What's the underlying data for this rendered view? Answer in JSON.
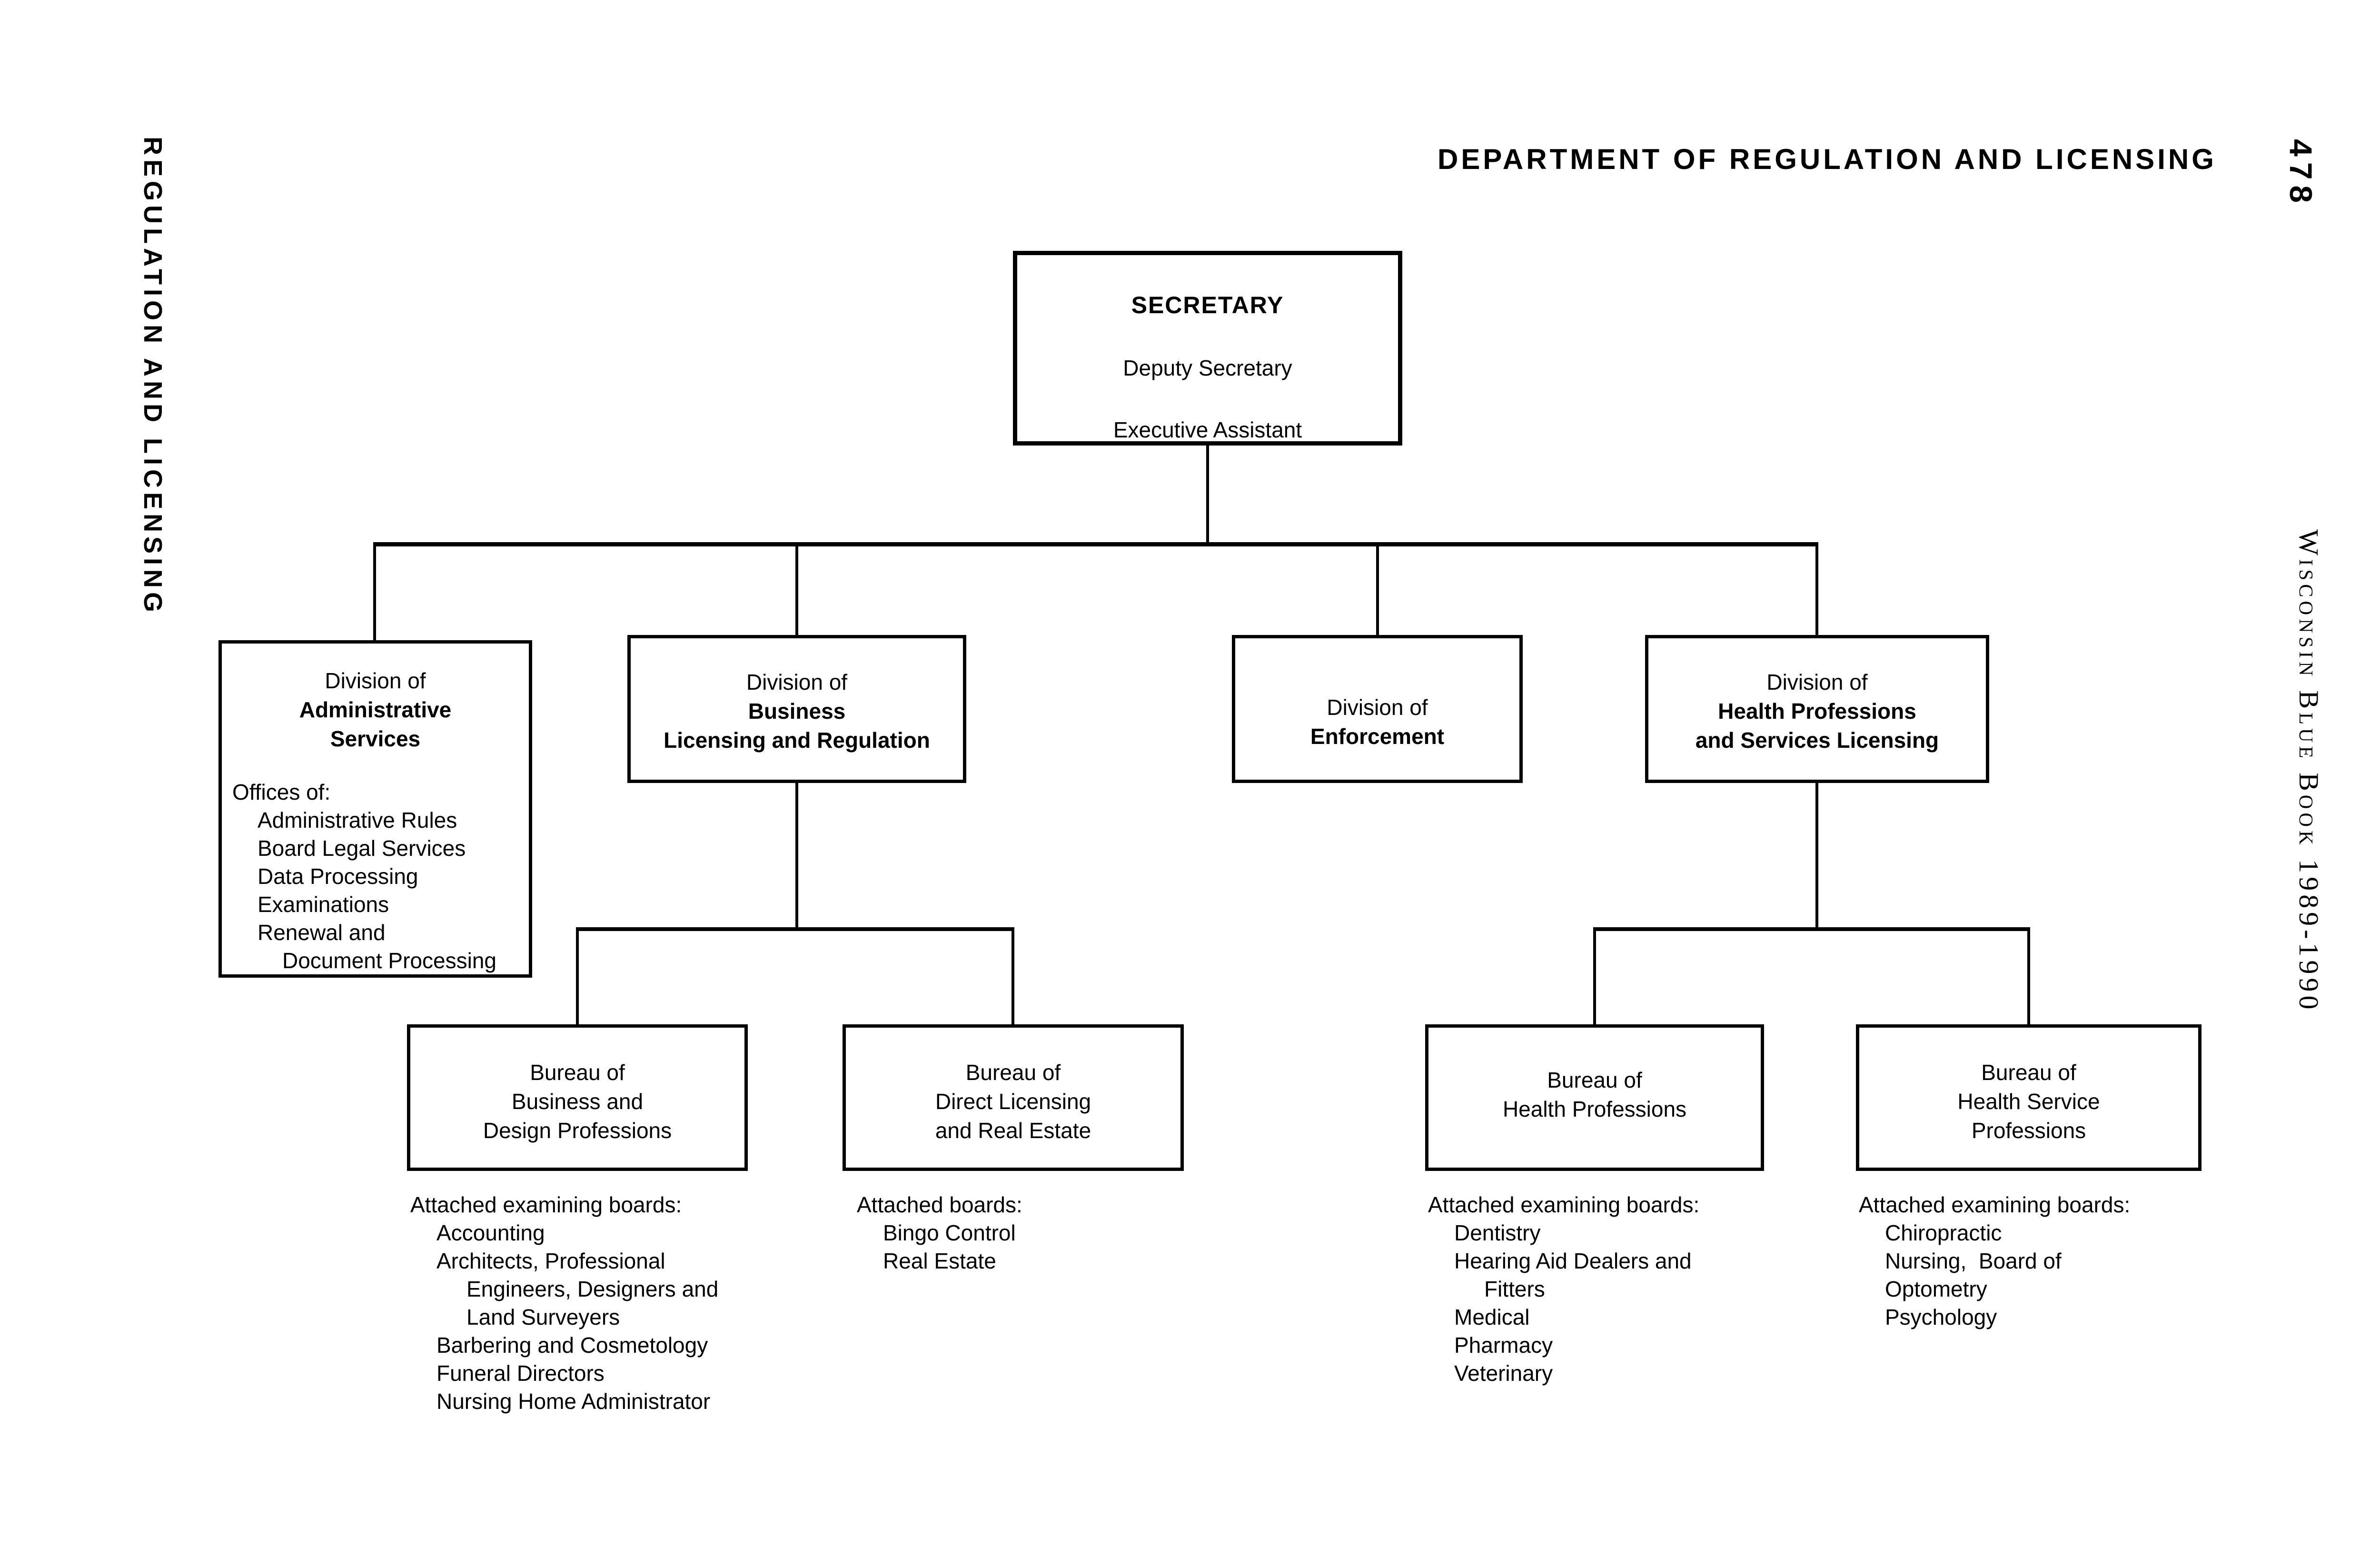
{
  "colors": {
    "ink": "#000000",
    "paper": "#ffffff"
  },
  "header": {
    "title": "DEPARTMENT OF REGULATION AND LICENSING"
  },
  "margins": {
    "left_vertical_text": "REGULATION AND LICENSING",
    "right_vertical_text": "Wisconsin Blue Book 1989-1990",
    "page_number": "478"
  },
  "org": {
    "secretary": {
      "title": "SECRETARY",
      "subtitles": [
        "Deputy Secretary",
        "Executive Assistant"
      ]
    },
    "divisions": [
      {
        "prefix": "Division of",
        "name_lines": [
          "Administrative",
          "Services"
        ],
        "offices_label": "Offices of:",
        "offices": [
          "Administrative Rules",
          "Board Legal Services",
          "Data Processing",
          "Examinations",
          "Renewal and",
          "Document Processing"
        ]
      },
      {
        "prefix": "Division of",
        "name_lines": [
          "Business",
          "Licensing and Regulation"
        ]
      },
      {
        "prefix": "Division of",
        "name_lines": [
          "Enforcement"
        ]
      },
      {
        "prefix": "Division of",
        "name_lines": [
          "Health Professions",
          "and Services Licensing"
        ]
      }
    ],
    "bureaus": [
      {
        "name_lines": [
          "Bureau of",
          "Business and",
          "Design Professions"
        ],
        "attached_label": "Attached examining boards:",
        "attached_items": [
          "Accounting",
          "Architects, Professional",
          "Engineers, Designers and",
          "Land Surveyers",
          "Barbering and Cosmetology",
          "Funeral Directors",
          "Nursing Home Administrator"
        ]
      },
      {
        "name_lines": [
          "Bureau of",
          "Direct Licensing",
          "and Real Estate"
        ],
        "attached_label": "Attached boards:",
        "attached_items": [
          "Bingo Control",
          "Real Estate"
        ]
      },
      {
        "name_lines": [
          "Bureau of",
          "Health Professions"
        ],
        "attached_label": "Attached examining boards:",
        "attached_items": [
          "Dentistry",
          "Hearing Aid Dealers and",
          "Fitters",
          "Medical",
          "Pharmacy",
          "Veterinary"
        ]
      },
      {
        "name_lines": [
          "Bureau of",
          "Health Service",
          "Professions"
        ],
        "attached_label": "Attached examining boards:",
        "attached_items": [
          "Chiropractic",
          "Nursing,  Board of",
          "Optometry",
          "Psychology"
        ]
      }
    ]
  }
}
